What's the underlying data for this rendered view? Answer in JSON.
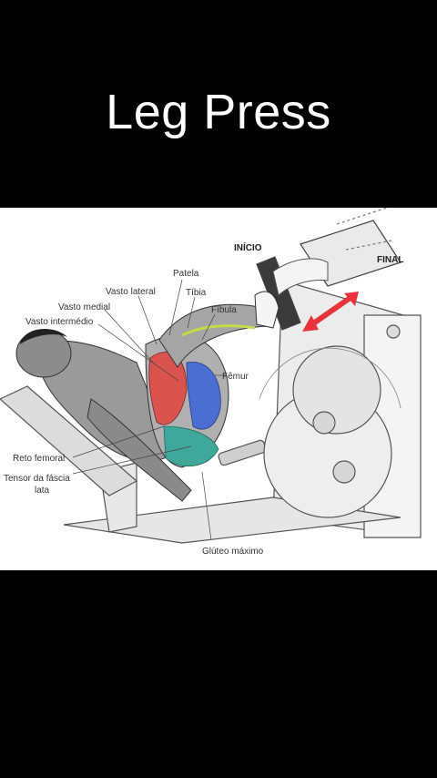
{
  "title": "Leg Press",
  "diagram": {
    "stage_labels": {
      "start": "INÍCIO",
      "end": "FINAL"
    },
    "muscle_labels": {
      "patela": "Patela",
      "vasto_lateral": "Vasto lateral",
      "tibia": "Tíbia",
      "vasto_medial": "Vasto medial",
      "fibula": "Fíbula",
      "vasto_intermedio": "Vasto intermédio",
      "femur": "Fêmur",
      "reto_femoral": "Reto femoral",
      "tensor_line1": "Tensor da fáscia",
      "tensor_line2": "lata",
      "gluteo": "Glúteo máximo"
    },
    "colors": {
      "arrow": "#e8333a",
      "muscle_red": "#d9534f",
      "muscle_blue": "#4a6fd1",
      "muscle_teal": "#3fa89a"
    }
  }
}
